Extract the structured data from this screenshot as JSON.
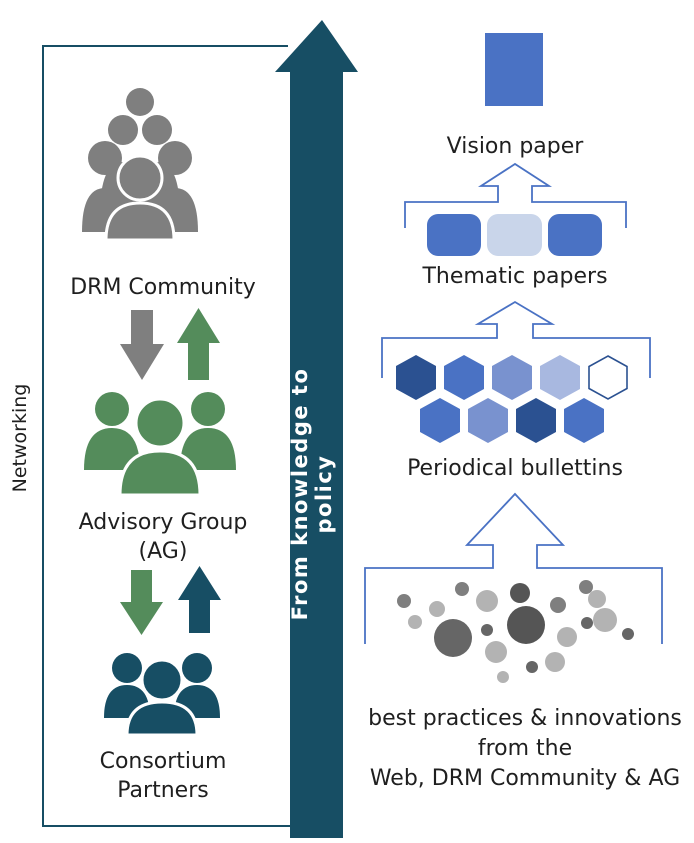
{
  "left_column": {
    "networking_label": "Networking",
    "main_arrow_label": "From knowledge to policy",
    "groups": [
      {
        "label": "DRM Community",
        "color": "#7f7f7f"
      },
      {
        "label_line1": "Advisory Group",
        "label_line2": "(AG)",
        "color": "#548c5b"
      },
      {
        "label_line1": "Consortium",
        "label_line2": "Partners",
        "color": "#184e64"
      }
    ]
  },
  "right_column": {
    "vision_label": "Vision paper",
    "thematic_label": "Thematic papers",
    "bulletins_label": "Periodical bullettins",
    "sources_line1": "best practices & innovations",
    "sources_line2": "from the",
    "sources_line3": "Web, DRM Community & AG"
  },
  "colors": {
    "primary_blue": "#4a72c4",
    "dark_teal": "#174e64",
    "green": "#548c5b",
    "grey": "#7f7f7f"
  }
}
